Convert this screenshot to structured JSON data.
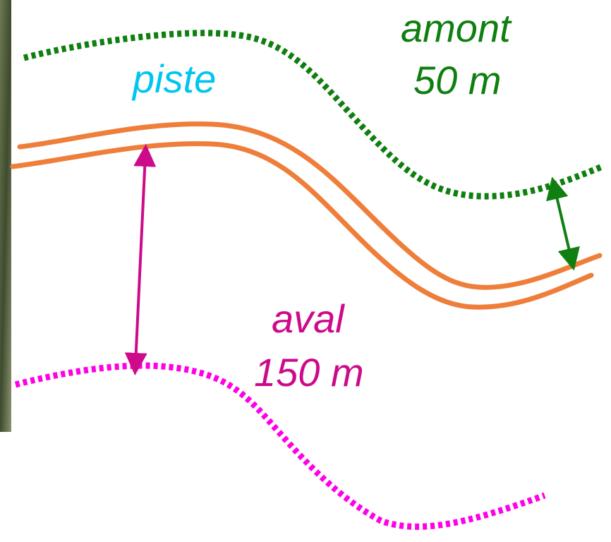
{
  "labels": {
    "piste": "piste",
    "amont": "amont",
    "amont_distance": "50 m",
    "aval": "aval",
    "aval_distance": "150 m"
  },
  "colors": {
    "track": "#ee7e3a",
    "upstream": "#0f7f10",
    "downstream_line": "#ff00e6",
    "downstream_arrow": "#cc0a8a",
    "piste_text": "#00c5f0",
    "photo_edge": "#4f5a3a"
  }
}
